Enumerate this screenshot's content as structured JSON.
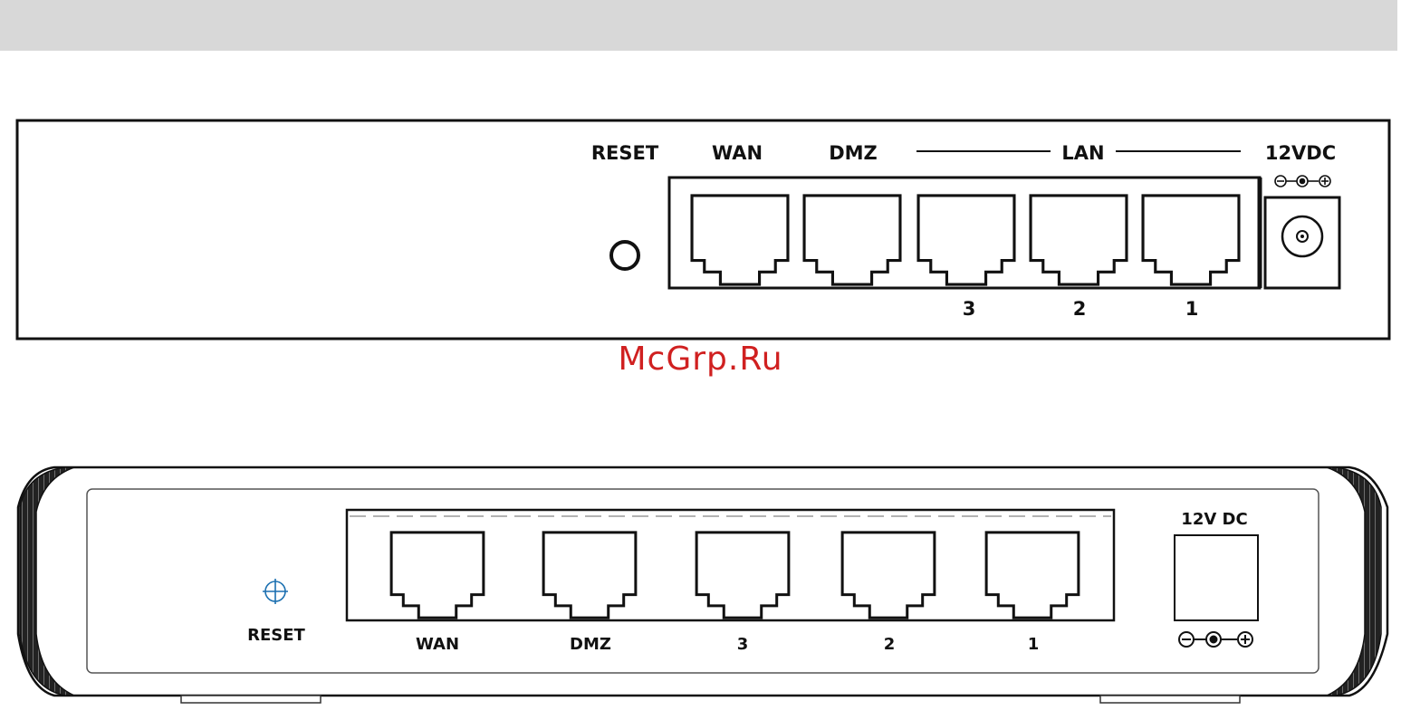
{
  "top_panel": {
    "reset": "RESET",
    "wan": "WAN",
    "dmz": "DMZ",
    "lan": "LAN",
    "power": "12VDC",
    "port_numbers": [
      "3",
      "2",
      "1"
    ]
  },
  "watermark": "McGrp.Ru",
  "bottom_panel": {
    "reset": "RESET",
    "power": "12V DC",
    "port_labels": [
      "WAN",
      "DMZ",
      "3",
      "2",
      "1"
    ]
  }
}
